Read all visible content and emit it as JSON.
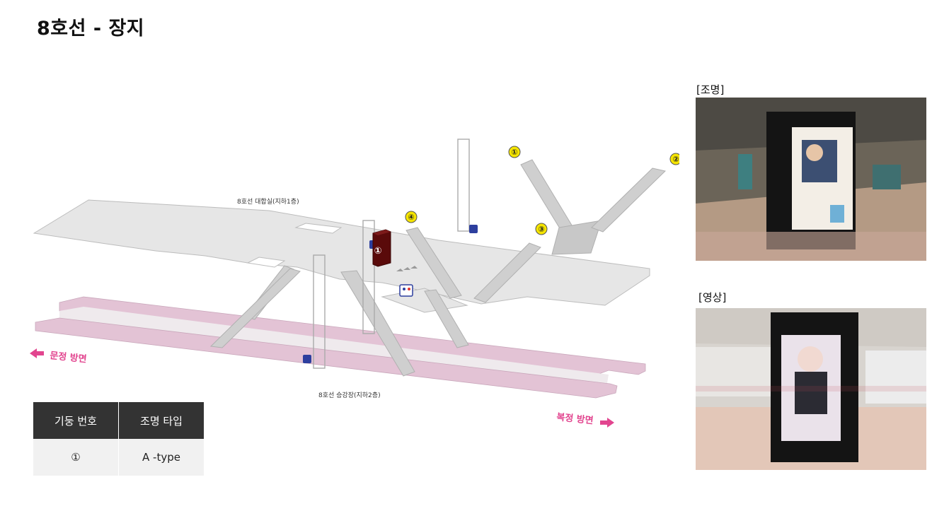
{
  "title": "8호선 - 장지",
  "map": {
    "concourse_label": "8호선 대합실(지하1층)",
    "platform_label": "8호선 승강장(지하2층)",
    "direction_left": "문정 방면",
    "direction_right": "복정 방면",
    "pillar_marker": "①",
    "exits": [
      "①",
      "②",
      "③",
      "④"
    ]
  },
  "table": {
    "headers": [
      "기둥 번호",
      "조명 타입"
    ],
    "rows": [
      [
        "①",
        "A -type"
      ]
    ]
  },
  "photos": {
    "lighting_label": "[조명]",
    "video_label": "[영상]"
  },
  "colors": {
    "platform_pink": "#e3c3d5",
    "floor_gray": "#e4e4e4",
    "pillar_dark_red": "#5a0a0a",
    "exit_yellow": "#f6e500",
    "direction_pink": "#e2458f",
    "table_header": "#333333"
  }
}
